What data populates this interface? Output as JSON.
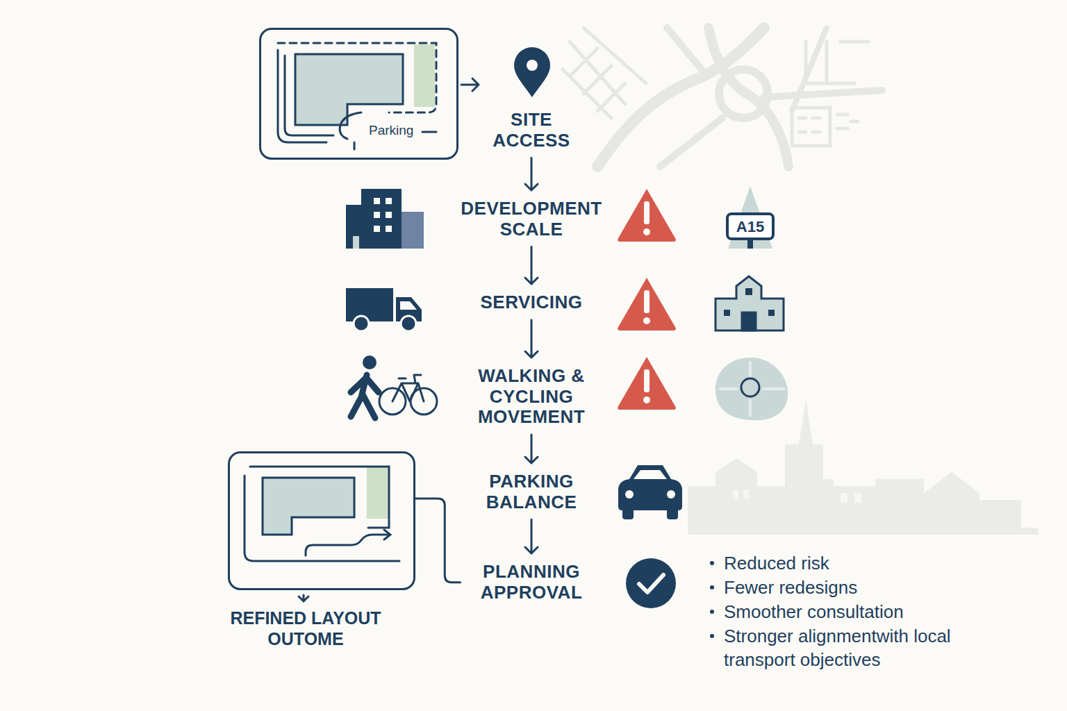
{
  "diagram": {
    "nodes": [
      {
        "text": [
          "Parking"
        ]
      },
      {
        "text": [
          "SITE ACCESS"
        ]
      },
      {
        "text": [
          "DEVELOPMENT SCALE"
        ]
      },
      {
        "text": [
          "SERVICING"
        ]
      },
      {
        "text": [
          "WALKING & CYCLING MOVEMENT"
        ]
      },
      {
        "text": [
          "PARKING BALANCE"
        ]
      },
      {
        "text": [
          "PLANNING APPROVAL"
        ]
      },
      {
        "text": [
          "REFINED LAYOUT OUTOME"
        ]
      }
    ],
    "edges": [
      {
        "from": 0,
        "to": 1,
        "arrow": "to"
      },
      {
        "from": 1,
        "to": 2,
        "arrow": "to"
      },
      {
        "from": 2,
        "to": 3,
        "arrow": "to"
      },
      {
        "from": 3,
        "to": 4,
        "arrow": "to"
      },
      {
        "from": 4,
        "to": 5,
        "arrow": "to"
      },
      {
        "from": 5,
        "to": 6,
        "arrow": "to"
      },
      {
        "from": 6,
        "to": 7,
        "arrow": "none"
      }
    ],
    "labels": [
      "A15",
      "Reduced risk",
      "Fewer redesigns",
      "Smoother consultation",
      "Stronger alignmentwith local transport objectives"
    ]
  }
}
